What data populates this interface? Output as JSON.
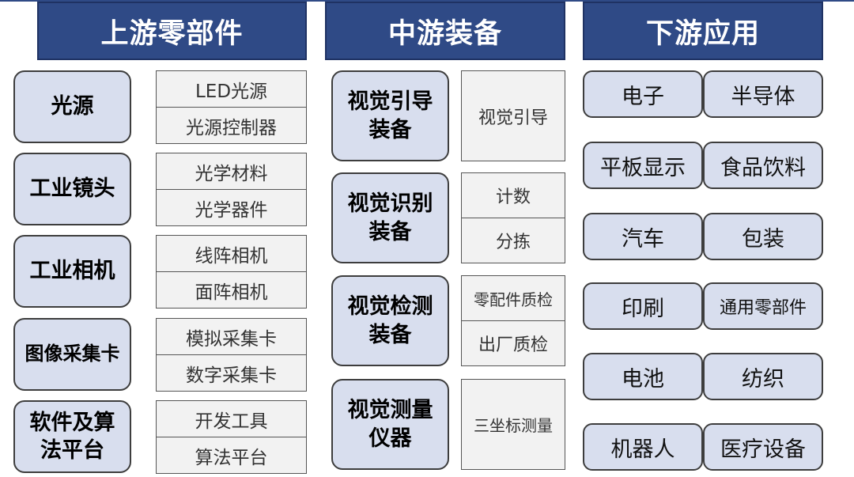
{
  "headers": {
    "upstream": "上游零部件",
    "midstream": "中游装备",
    "downstream": "下游应用"
  },
  "upstream": [
    {
      "label": "光源",
      "items": [
        "LED光源",
        "光源控制器"
      ]
    },
    {
      "label": "工业镜头",
      "items": [
        "光学材料",
        "光学器件"
      ]
    },
    {
      "label": "工业相机",
      "items": [
        "线阵相机",
        "面阵相机"
      ]
    },
    {
      "label": "图像采集卡",
      "items": [
        "模拟采集卡",
        "数字采集卡"
      ]
    },
    {
      "label": "软件及算法平台",
      "items": [
        "开发工具",
        "算法平台"
      ]
    }
  ],
  "midstream": [
    {
      "label": "视觉引导装备",
      "items": [
        "视觉引导"
      ]
    },
    {
      "label": "视觉识别装备",
      "items": [
        "计数",
        "分拣"
      ]
    },
    {
      "label": "视觉检测装备",
      "items": [
        "零配件质检",
        "出厂质检"
      ]
    },
    {
      "label": "视觉测量仪器",
      "items": [
        "三坐标测量"
      ]
    }
  ],
  "downstream": [
    [
      "电子",
      "半导体"
    ],
    [
      "平板显示",
      "食品饮料"
    ],
    [
      "汽车",
      "包装"
    ],
    [
      "印刷",
      "通用零部件"
    ],
    [
      "电池",
      "纺织"
    ],
    [
      "机器人",
      "医疗设备"
    ]
  ],
  "colors": {
    "header": "#2F4A86",
    "node": "#D8DEEE",
    "sub": "#F2F2F2"
  }
}
